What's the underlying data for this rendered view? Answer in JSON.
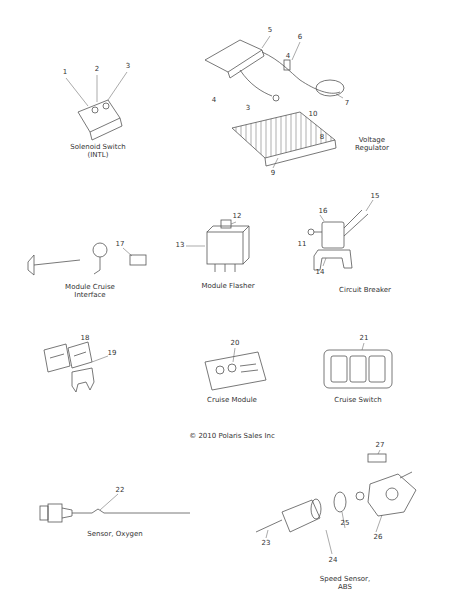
{
  "diagram": {
    "labels": [
      "1",
      "2",
      "3",
      "Solenoid Switch (INTL)",
      "5",
      "6",
      "4",
      "3",
      "7",
      "10",
      "4",
      "8",
      "9",
      "Voltage Regulator",
      "12",
      "13",
      "Module Flasher",
      "15",
      "16",
      "11",
      "14",
      "Circuit Breaker",
      "17",
      "Module Cruise Interface",
      "18",
      "19",
      "20",
      "Cruise Module",
      "21",
      "Cruise Switch",
      "© 2010 Polaris Sales Inc",
      "27",
      "22",
      "Sensor, Oxygen",
      "23",
      "24",
      "25",
      "26",
      "Speed Sensor, ABS"
    ]
  }
}
